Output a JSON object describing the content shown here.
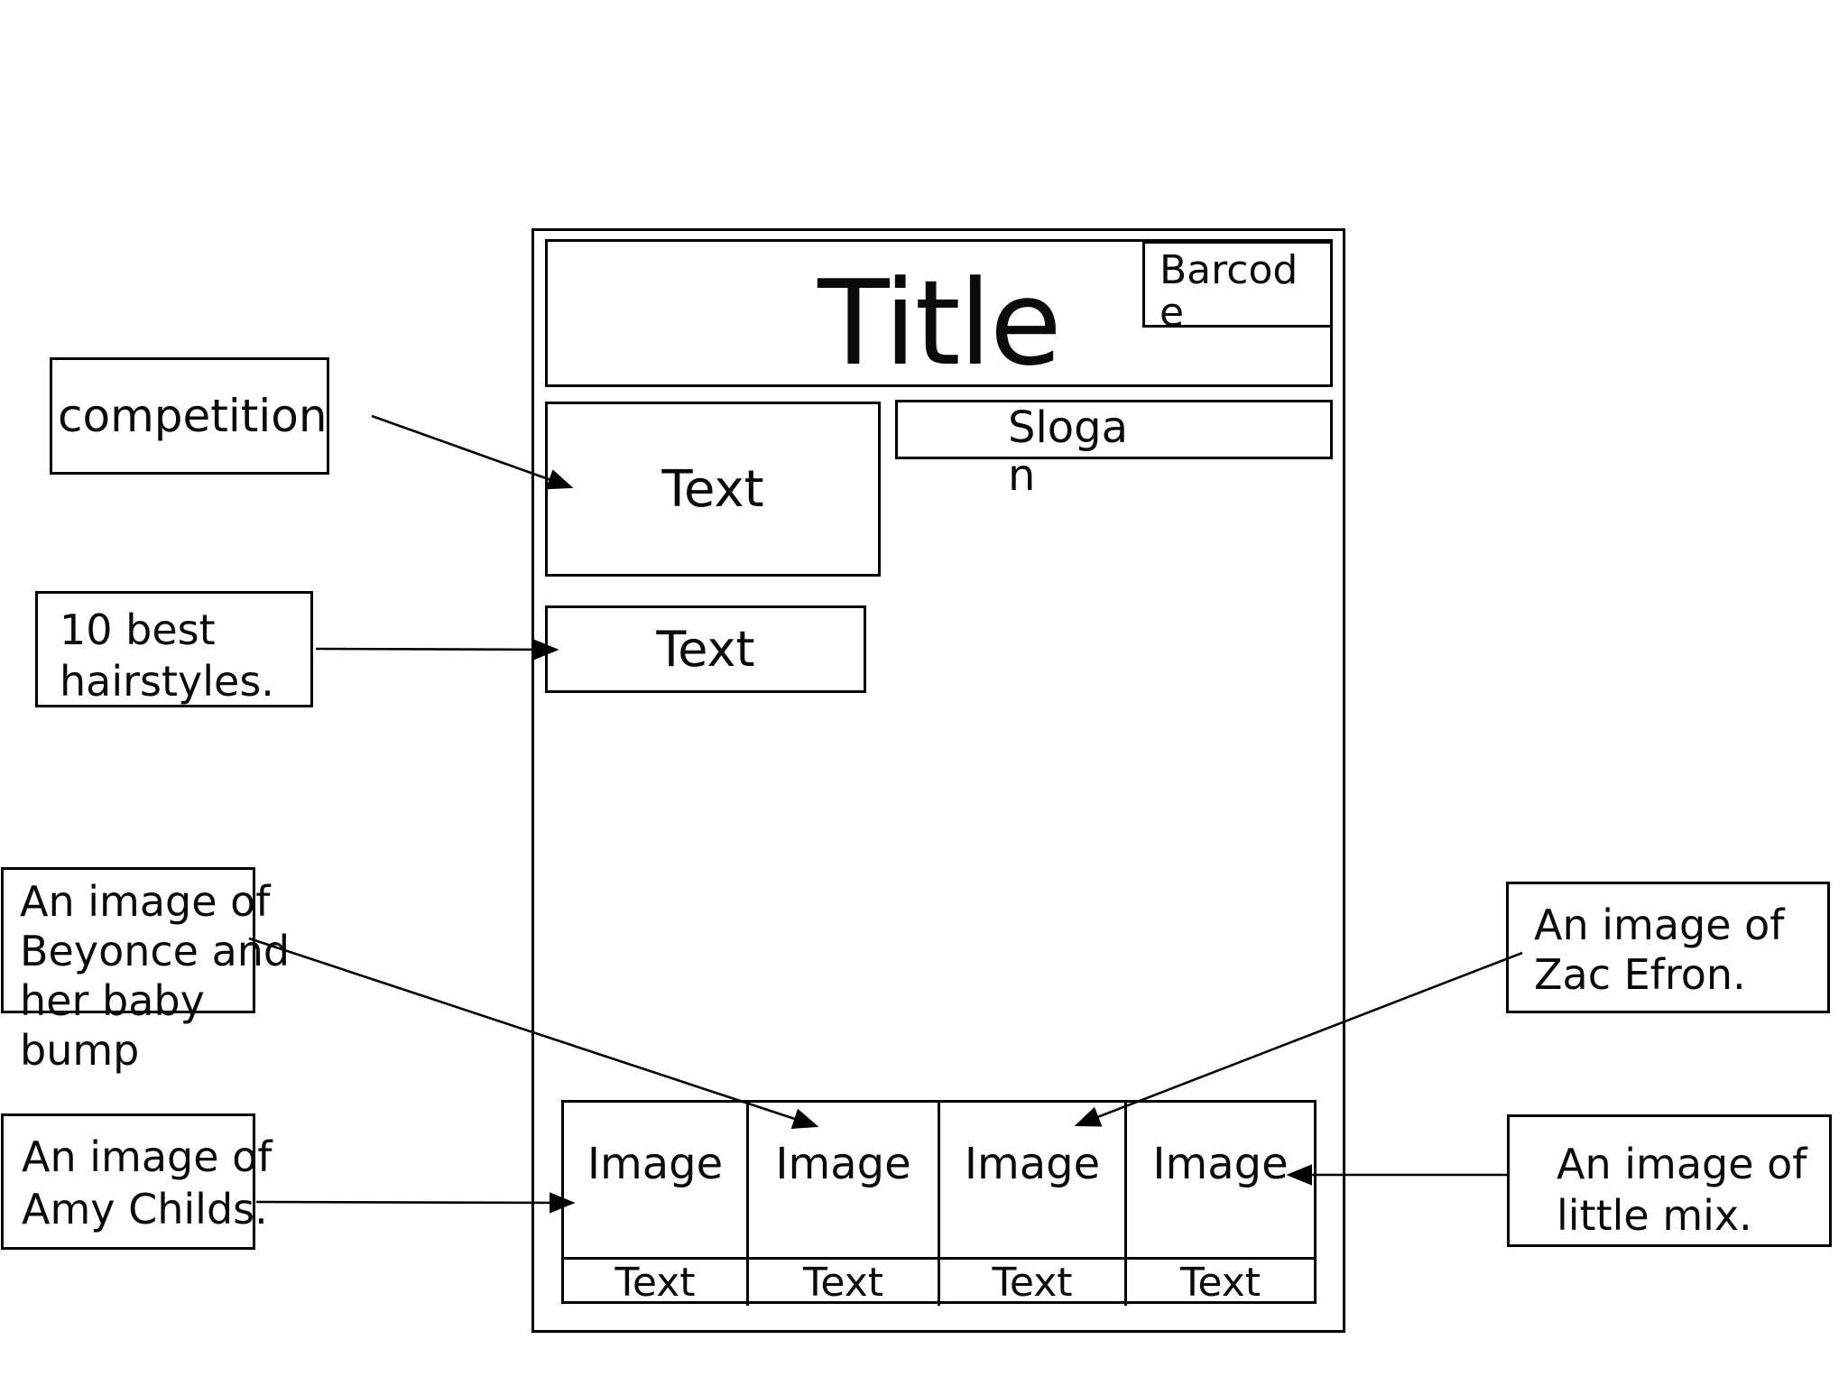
{
  "wireframe": {
    "title": "Title",
    "barcode_lines": [
      "Barcod",
      "e"
    ],
    "slogan_lines": [
      "Sloga",
      "n"
    ],
    "text_box_1": "Text",
    "text_box_2": "Text",
    "cells": [
      {
        "image_label": "Image",
        "caption": "Text"
      },
      {
        "image_label": "Image",
        "caption": "Text"
      },
      {
        "image_label": "Image",
        "caption": "Text"
      },
      {
        "image_label": "Image",
        "caption": "Text"
      }
    ]
  },
  "annotations": {
    "competition": {
      "lines": [
        "competition"
      ]
    },
    "hairstyles": {
      "lines": [
        "10 best",
        "hairstyles."
      ]
    },
    "beyonce": {
      "lines": [
        "An image of",
        "Beyonce and",
        "her baby",
        "bump"
      ]
    },
    "amy": {
      "lines": [
        "An image of",
        "Amy Childs."
      ]
    },
    "zac": {
      "lines": [
        "An image of",
        "Zac Efron."
      ]
    },
    "littlemix": {
      "lines": [
        "An image of",
        "little mix."
      ]
    }
  },
  "colors": {
    "stroke": "#000000",
    "background": "#ffffff",
    "text": "#0a0a0a"
  }
}
